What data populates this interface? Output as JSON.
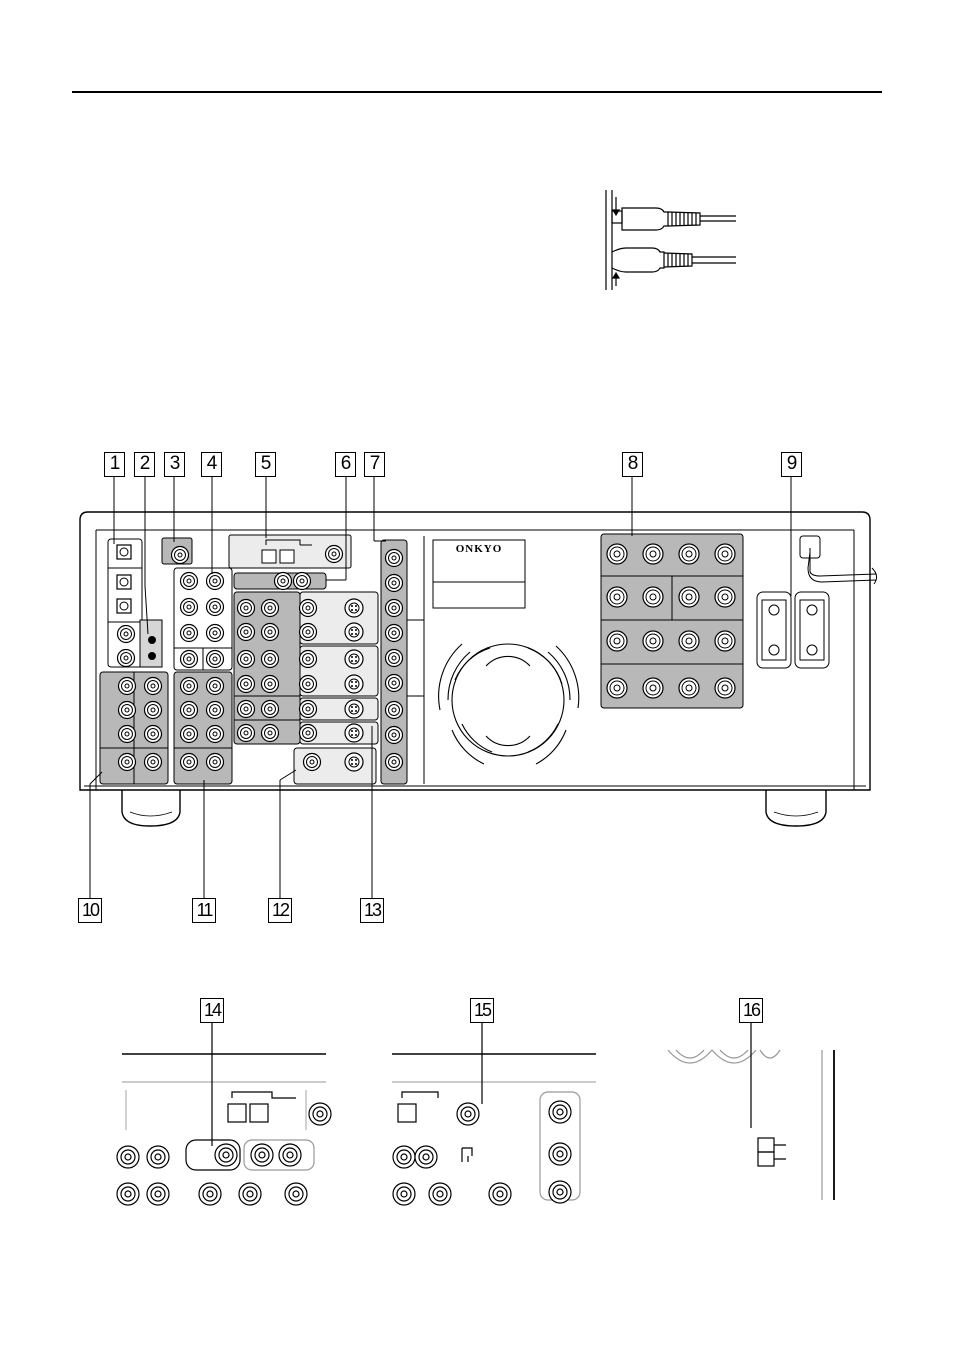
{
  "brand": {
    "logo_text": "ONKYO"
  },
  "callouts": {
    "top": [
      "1",
      "2",
      "3",
      "4",
      "5",
      "6",
      "7",
      "8",
      "9"
    ],
    "bottom": [
      "10",
      "11",
      "12",
      "13"
    ],
    "details": [
      "14",
      "15",
      "16"
    ]
  },
  "colors": {
    "panel_shade": "#b8b8b8",
    "line": "#000000",
    "background": "#ffffff"
  }
}
